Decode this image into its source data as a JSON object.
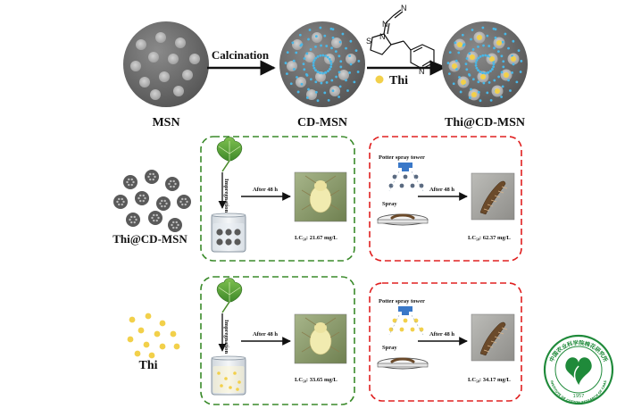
{
  "top": {
    "calcination_label": "Calcination",
    "thi_legend": "Thi",
    "labels": [
      "MSN",
      "CD-MSN",
      "Thi@CD-MSN"
    ]
  },
  "rows": [
    {
      "name": "Thi@CD-MSN",
      "impregnation": "Impregnation",
      "after1": "After 48 h",
      "lc1": "LC₅₀: 21.67 mg/L",
      "tower": "Potter spray tower",
      "spray": "Spray",
      "after2": "After 48 h",
      "lc2": "LC₅₀: 62.37 mg/L"
    },
    {
      "name": "Thi",
      "impregnation": "Impregnation",
      "after1": "After 48 h",
      "lc1": "LC₅₀: 33.65 mg/L",
      "tower": "Potter spray tower",
      "spray": "Spray",
      "after2": "After 48 h",
      "lc2": "LC₅₀: 34.17 mg/L"
    }
  ],
  "logo": {
    "text": "中国农业科学院棉花研究所",
    "text_en": "INSTITUTE OF COTTON RESEARCH OF CAAS",
    "year": "1957"
  },
  "colors": {
    "green_box": "#3a8a2a",
    "red_box": "#e02020",
    "particle": "#6b6b6b",
    "pore": "#b9b9b9",
    "cd_dot": "#48b8e8",
    "thi_dot": "#f2d04a",
    "logo_green": "#1f8a3a"
  }
}
